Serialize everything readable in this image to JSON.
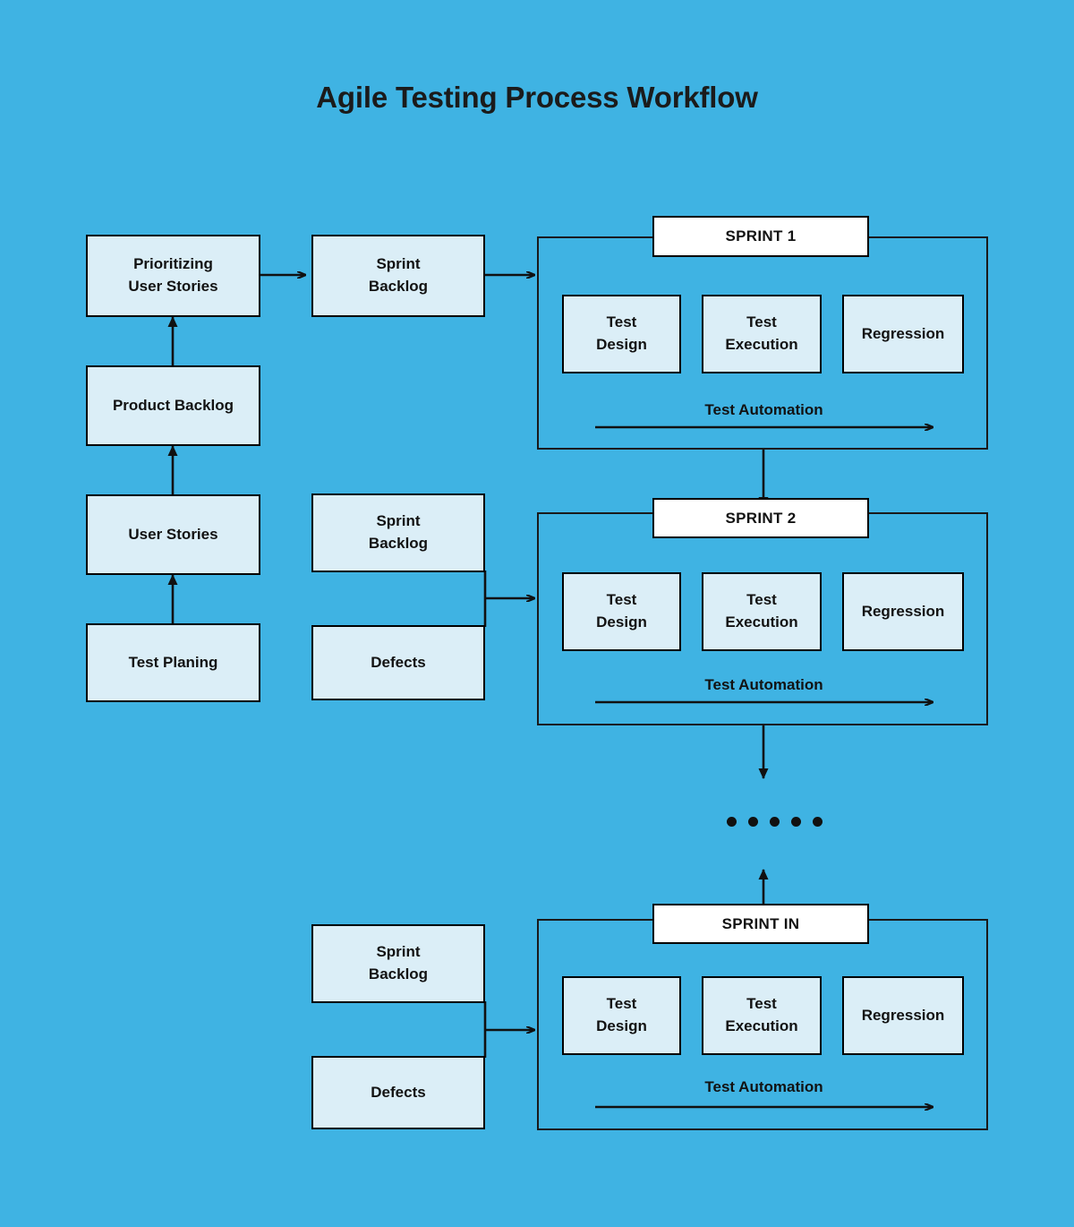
{
  "page": {
    "title": "Agile Testing Process Workflow",
    "background_color": "#3fb3e3",
    "box_fill_color": "#dbeef7",
    "box_border_color": "#000000",
    "label_fill_color": "#ffffff",
    "text_color": "#121212"
  },
  "intake_column": {
    "nodes": [
      {
        "label": "Prioritizing\nUser Stories"
      },
      {
        "label": "Product Backlog"
      },
      {
        "label": "User Stories"
      },
      {
        "label": "Test Planing"
      }
    ]
  },
  "feed_column": {
    "groups": [
      {
        "nodes": [
          {
            "label": "Sprint\nBacklog"
          }
        ]
      },
      {
        "nodes": [
          {
            "label": "Sprint\nBacklog"
          },
          {
            "label": "Defects"
          }
        ]
      },
      {
        "nodes": [
          {
            "label": "Sprint\nBacklog"
          },
          {
            "label": "Defects"
          }
        ]
      }
    ]
  },
  "sprints": [
    {
      "name": "SPRINT 1",
      "stages": [
        {
          "label": "Test\nDesign"
        },
        {
          "label": "Test\nExecution"
        },
        {
          "label": "Regression"
        }
      ],
      "automation_label": "Test Automation"
    },
    {
      "name": "SPRINT 2",
      "stages": [
        {
          "label": "Test\nDesign"
        },
        {
          "label": "Test\nExecution"
        },
        {
          "label": "Regression"
        }
      ],
      "automation_label": "Test Automation"
    },
    {
      "name": "SPRINT IN",
      "stages": [
        {
          "label": "Test\nDesign"
        },
        {
          "label": "Test\nExecution"
        },
        {
          "label": "Regression"
        }
      ],
      "automation_label": "Test Automation"
    }
  ],
  "continuation": {
    "dot_count": 5
  }
}
